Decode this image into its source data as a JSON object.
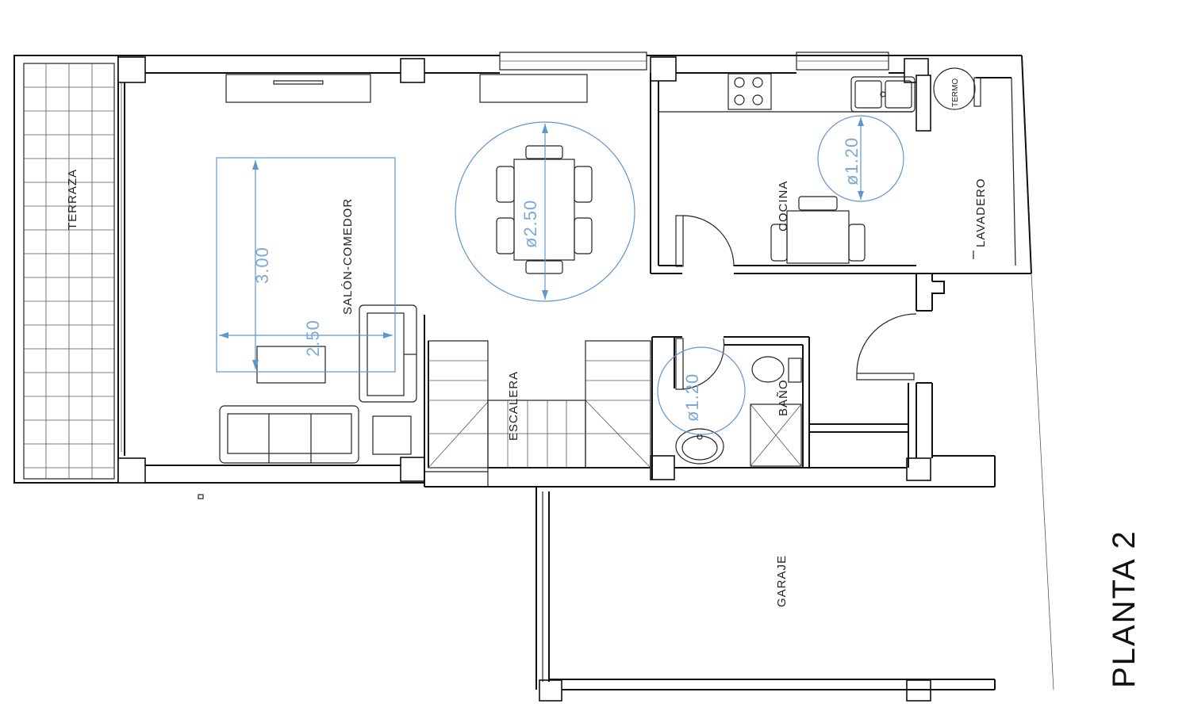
{
  "plan": {
    "title": "PLANTA 2",
    "rooms": {
      "terraza": "TERRAZA",
      "salon": "SALÓN-COMEDOR",
      "cocina": "COCINA",
      "lavadero": "LAVADERO",
      "escalera": "ESCALERA",
      "bano": "BAÑO",
      "garaje": "GARAJE"
    },
    "fixtures": {
      "termo": "TERMO"
    },
    "dimensions": {
      "rug_length": "3.00",
      "rug_width": "2.50",
      "dining_diameter": "ø2.50",
      "kitchen_diameter": "ø1.20",
      "bath_diameter": "ø1.20"
    }
  },
  "colors": {
    "line": "#111111",
    "dimension": "#5d97cf"
  }
}
